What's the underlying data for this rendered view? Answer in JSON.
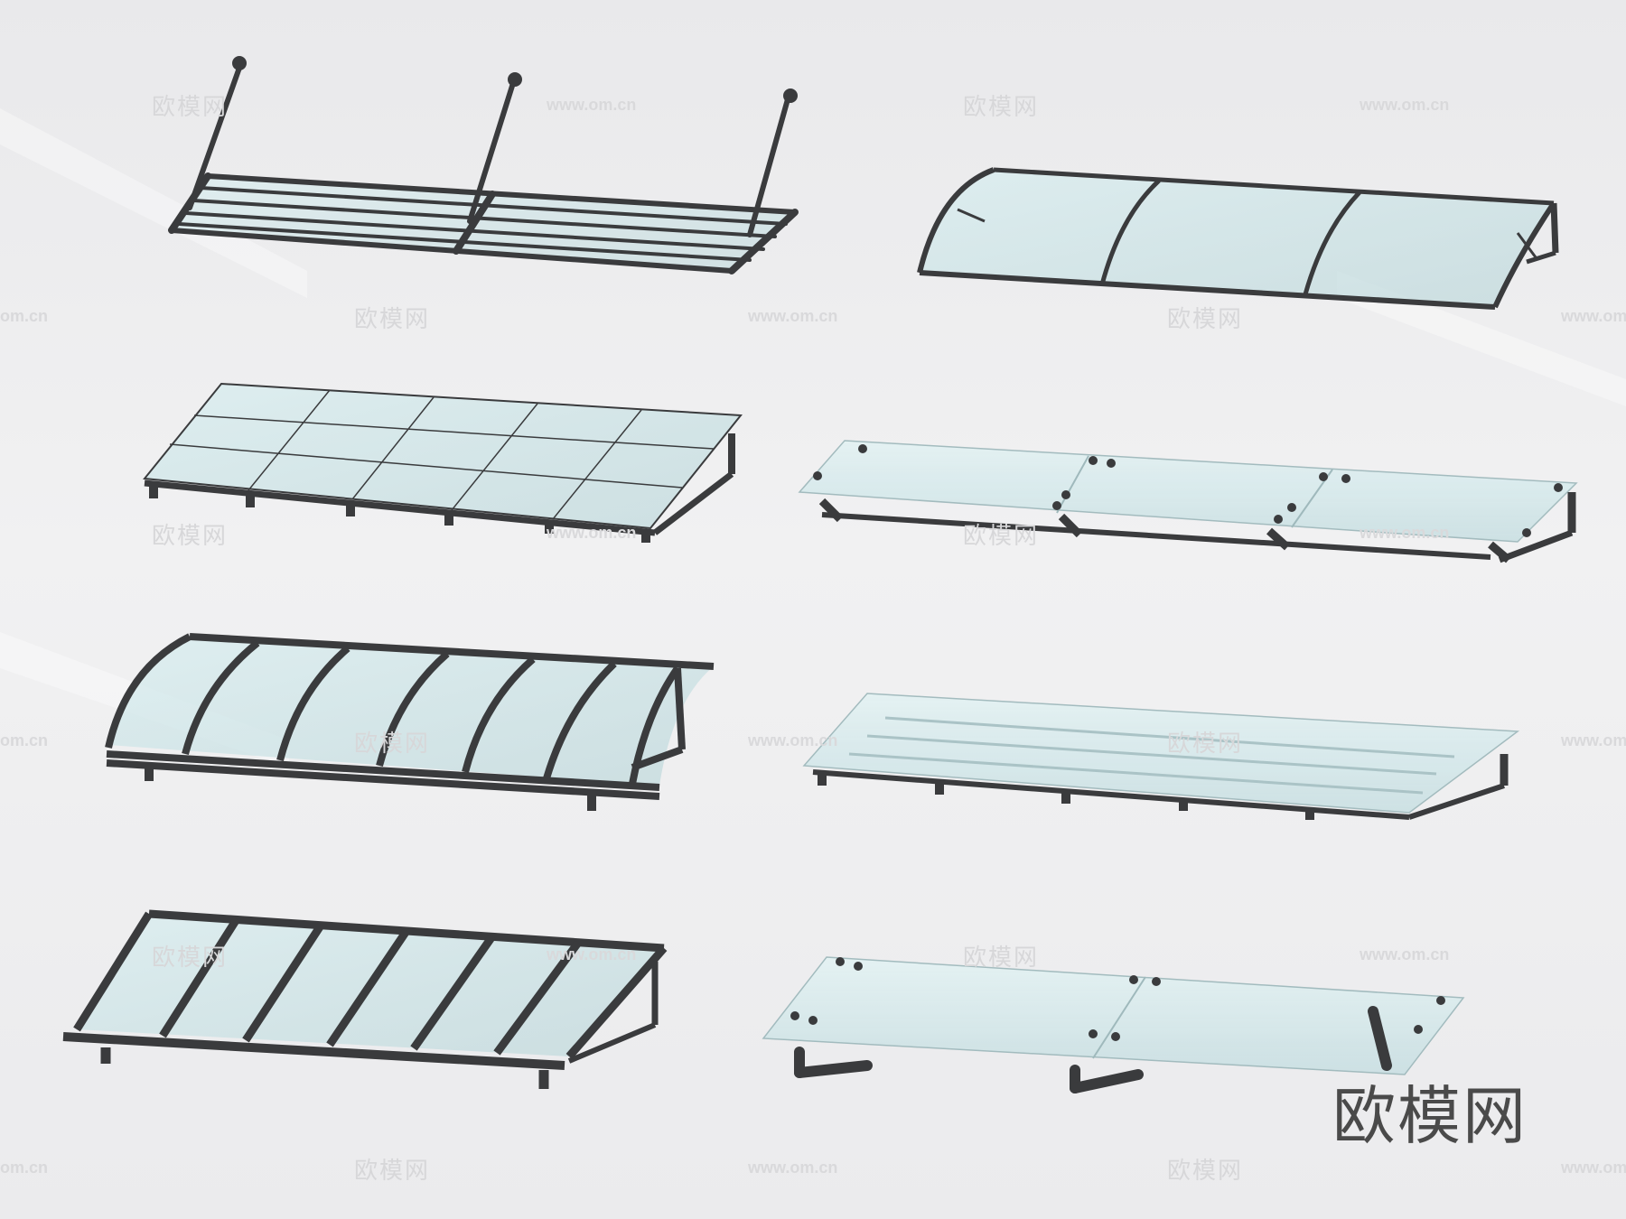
{
  "watermark": {
    "brand": "欧模网",
    "url": "www.om.cn",
    "url_partial": "om.cn"
  },
  "colors": {
    "background": "#eeeeef",
    "frame": "#3a3b3d",
    "glass": "#cfe3e6",
    "watermark": "#d7d7d9",
    "watermark_large": "#4a4a4a"
  },
  "objects": [
    "awning-rod-supported",
    "awning-curved-three-panel",
    "awning-flat-grid",
    "awning-glass-bracket-three-panel",
    "awning-curved-ribbed",
    "awning-flat-beam",
    "awning-sloped-frame",
    "awning-glass-bracket-two-panel"
  ]
}
